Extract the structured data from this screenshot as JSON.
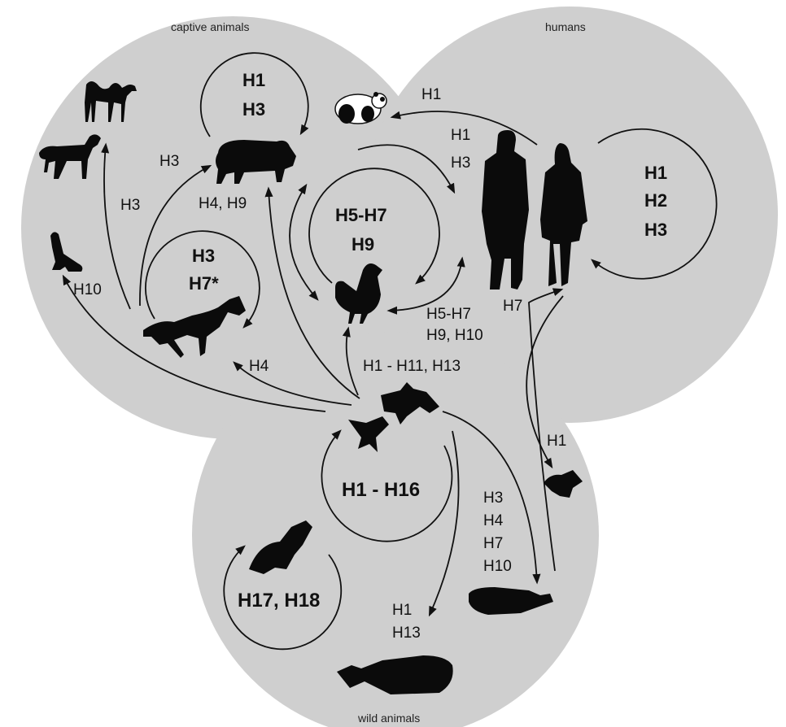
{
  "regions": {
    "captive": "captive animals",
    "humans": "humans",
    "wild": "wild animals"
  },
  "labels": {
    "captive_pig_loop": [
      "H1",
      "H3"
    ],
    "horse_loop": [
      "H3",
      "H7*"
    ],
    "poultry_loop": [
      "H5-H7",
      "H9"
    ],
    "human_loop": [
      "H1",
      "H2",
      "H3"
    ],
    "wild_bird_loop": "H1 - H16",
    "bat_loop": "H17, H18",
    "human_to_panda": "H1",
    "poultry_to_humans": [
      "H1",
      "H3"
    ],
    "to_pig_left": "H3",
    "to_horse_left": "H3",
    "to_pig_bottom": "H4, H9",
    "to_ferret": "H10",
    "poultry_humans_lower": [
      "H5-H7",
      "H9, H10"
    ],
    "humans_h7": "H7",
    "wild_to_captive": "H1 - H11, H13",
    "wild_to_horse": "H4",
    "to_seal_human": "H1",
    "to_seal_birds": [
      "H3",
      "H4",
      "H7",
      "H10"
    ],
    "to_whale": [
      "H1",
      "H13"
    ]
  },
  "icons": [
    "camel-icon",
    "dog-icon",
    "ferret-icon",
    "panda-icon",
    "pig-icon",
    "horse-icon",
    "chicken-icon",
    "man-icon",
    "woman-icon",
    "wild-bird-icon",
    "bat-icon",
    "seal-icon",
    "whale-icon",
    "frog-icon"
  ]
}
